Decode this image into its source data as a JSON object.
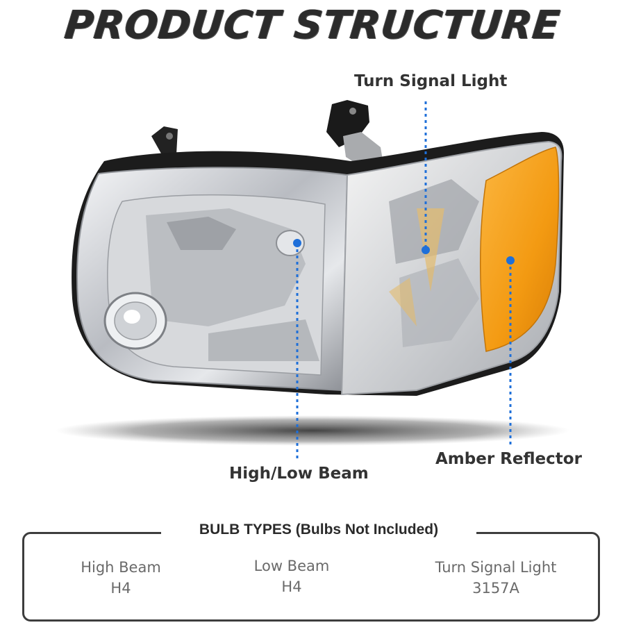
{
  "title": "PRODUCT STRUCTURE",
  "callouts": {
    "turn_signal": "Turn Signal Light",
    "beam": "High/Low Beam",
    "amber": "Amber Reflector"
  },
  "bulb_types": {
    "heading": "BULB TYPES (Bulbs Not Included)",
    "items": [
      {
        "name": "High Beam",
        "bulb": "H4"
      },
      {
        "name": "Low Beam",
        "bulb": "H4"
      },
      {
        "name": "Turn Signal Light",
        "bulb": "3157A"
      }
    ]
  },
  "colors": {
    "marker": "#1e6fd9",
    "amber": "#f39a12",
    "chrome": "#c9ccd1",
    "housing": "#1c1c1c"
  }
}
